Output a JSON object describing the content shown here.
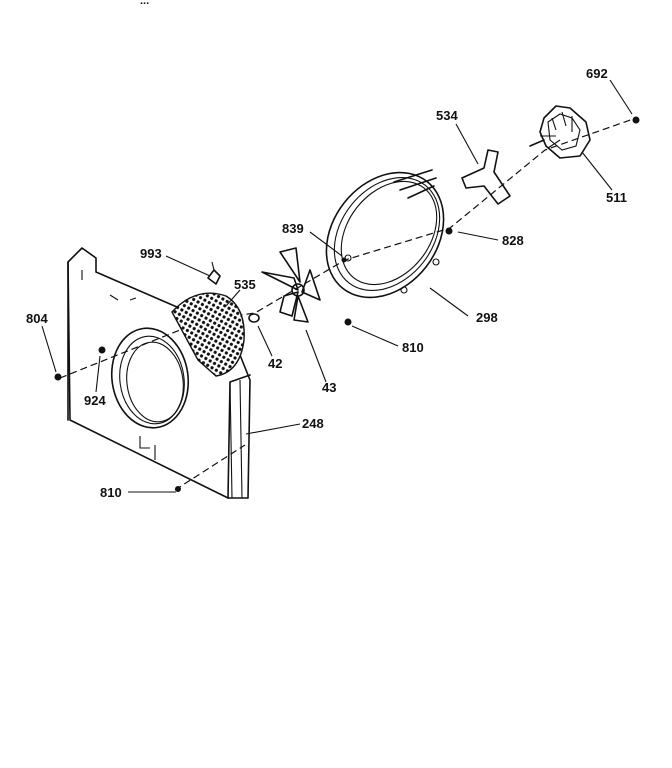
{
  "header_text": "...",
  "callouts": {
    "c692": "692",
    "c534": "534",
    "c511": "511",
    "c828": "828",
    "c839": "839",
    "c298": "298",
    "c993": "993",
    "c535": "535",
    "c804": "804",
    "c810a": "810",
    "c42": "42",
    "c43": "43",
    "c924": "924",
    "c248": "248",
    "c810b": "810"
  }
}
